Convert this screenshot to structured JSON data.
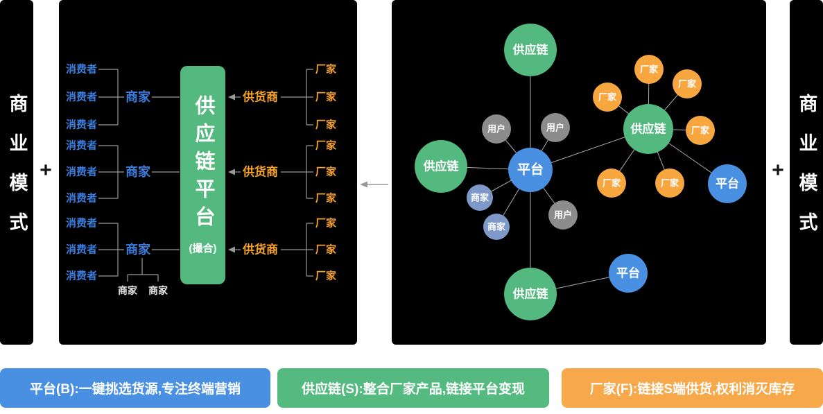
{
  "side_labels": {
    "left": "商业模式",
    "right": "商业模式",
    "plus_left": "+",
    "plus_right": "+"
  },
  "labels": {
    "consumer": "消费者",
    "merchant": "商家",
    "supplier": "供货商",
    "factory": "厂家",
    "platform": "平台",
    "supply_chain": "供应链",
    "user": "用户"
  },
  "platform_box": {
    "title": "供应链平台",
    "subtitle": "(撮合)"
  },
  "legend": [
    {
      "color": "#4A90E2",
      "bold": "平台(B):",
      "text": "一键挑选货源,专注终端营销"
    },
    {
      "color": "#55BA80",
      "bold": "供应链(S):",
      "text": "整合厂家产品,链接平台变现"
    },
    {
      "color": "#F7A84B",
      "bold": "厂家(F):",
      "text": "链接S端供货,权利消灭库存"
    }
  ],
  "colors": {
    "panel_bg": "#000000",
    "blue_text": "#3B7DDD",
    "orange_text": "#F7A329",
    "green": "#53B97E",
    "platform_blue": "#4A90E2",
    "user_gray": "#8C8C8C",
    "merchant_slate": "#7E99C7",
    "factory_orange": "#F8A640"
  }
}
